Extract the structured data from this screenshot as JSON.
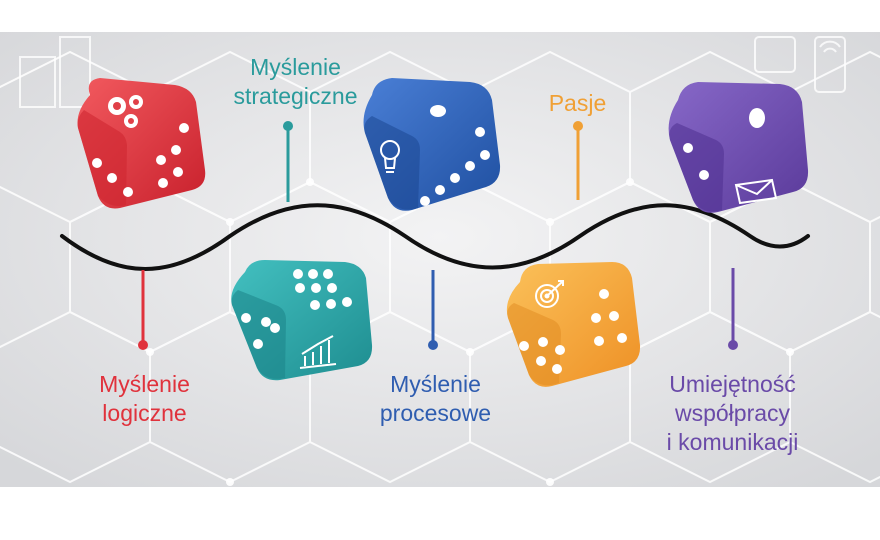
{
  "labels": {
    "logical": [
      "Myślenie",
      "logiczne"
    ],
    "strategic": [
      "Myślenie",
      "strategiczne"
    ],
    "process": [
      "Myślenie",
      "procesowe"
    ],
    "passions": [
      "Pasje"
    ],
    "cooperation": [
      "Umiejętność",
      "współpracy",
      "i komunikacji"
    ]
  },
  "colors": {
    "red": "#e0323c",
    "teal": "#2a9b9c",
    "blue": "#2f5db0",
    "orange": "#f0a035",
    "purple": "#6a4aa8",
    "wave": "#111111"
  },
  "dice_icons": {
    "red": "gears-icon",
    "teal": "bar-chart-icon",
    "blue": "lightbulb-icon",
    "orange": "target-icon",
    "purple": "envelope-icon"
  }
}
